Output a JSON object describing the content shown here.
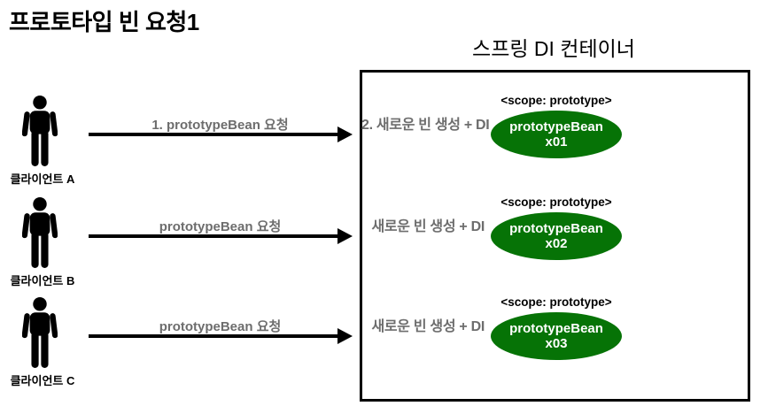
{
  "title": "프로토타입 빈 요청1",
  "container": {
    "title": "스프링 DI 컨테이너"
  },
  "colors": {
    "bean_green": "#067306",
    "gray_text": "#6d6d6d",
    "border_black": "#000000"
  },
  "rows": [
    {
      "client_label": "클라이언트 A",
      "arrow_label": "1. prototypeBean 요청",
      "action_label": "2. 새로운 빈 생성 + DI",
      "scope_label": "<scope: prototype>",
      "bean_name": "prototypeBean",
      "bean_instance": "x01"
    },
    {
      "client_label": "클라이언트 B",
      "arrow_label": "prototypeBean 요청",
      "action_label": "새로운 빈 생성 + DI",
      "scope_label": "<scope: prototype>",
      "bean_name": "prototypeBean",
      "bean_instance": "x02"
    },
    {
      "client_label": "클라이언트 C",
      "arrow_label": "prototypeBean 요청",
      "action_label": "새로운 빈 생성 + DI",
      "scope_label": "<scope: prototype>",
      "bean_name": "prototypeBean",
      "bean_instance": "x03"
    }
  ]
}
